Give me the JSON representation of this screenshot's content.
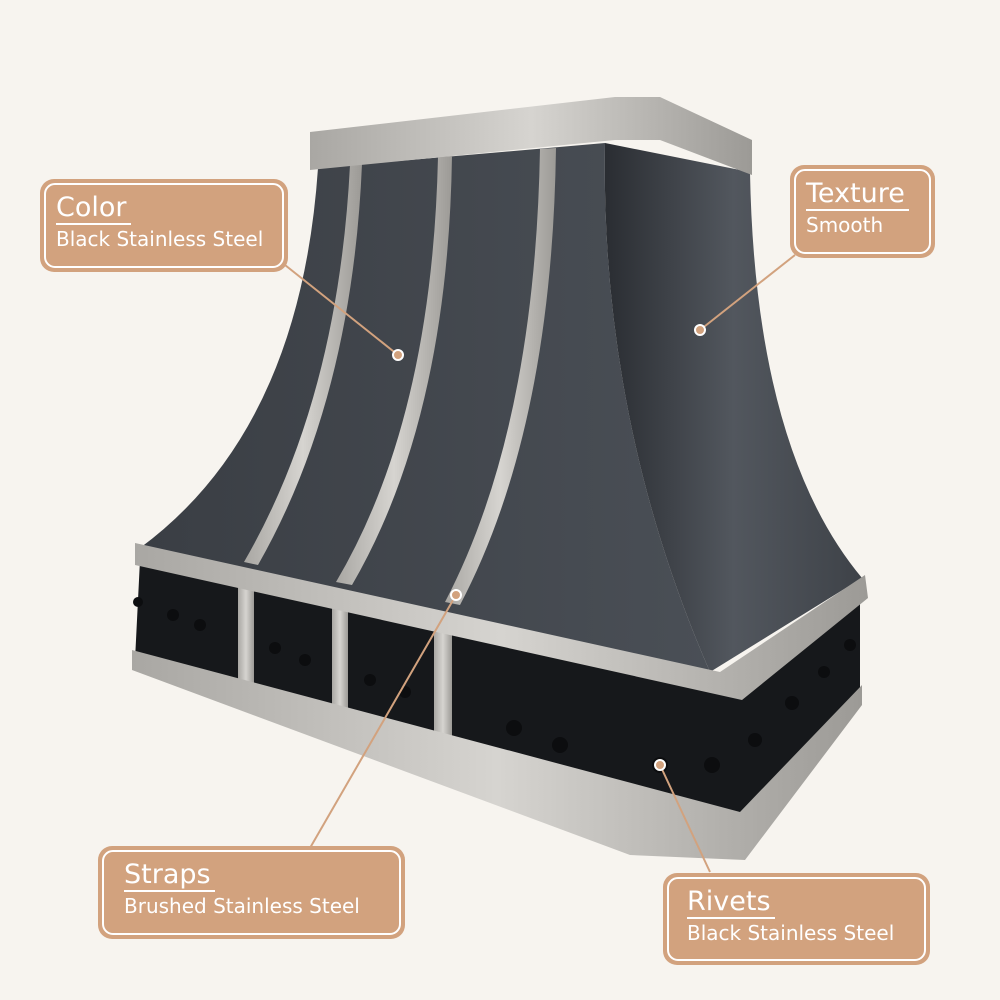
{
  "callouts": {
    "color": {
      "title": "Color",
      "value": "Black Stainless Steel"
    },
    "texture": {
      "title": "Texture",
      "value": "Smooth"
    },
    "straps": {
      "title": "Straps",
      "value": "Brushed Stainless Steel"
    },
    "rivets": {
      "title": "Rivets",
      "value": "Black Stainless Steel"
    }
  },
  "colors": {
    "label": "#d2a27e",
    "background": "#f7f4ef",
    "body": "#3c4046",
    "steel": "#b9b7b3",
    "base": "#16181b"
  }
}
